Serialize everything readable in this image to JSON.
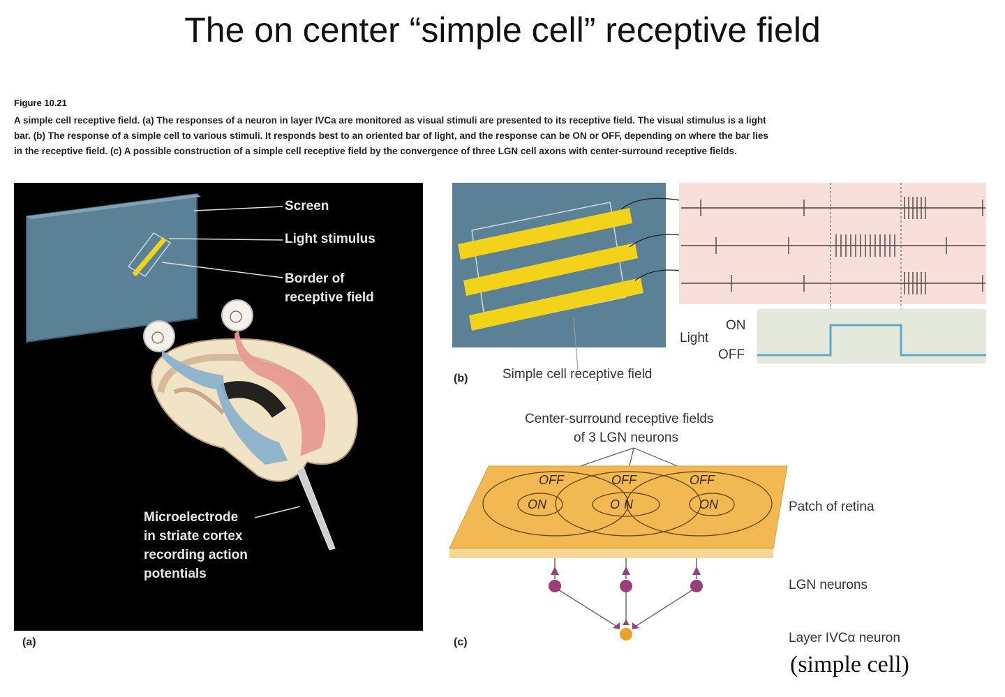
{
  "title": "The on center “simple cell” receptive field",
  "figure": {
    "number": "Figure 10.21",
    "caption": "A simple cell receptive field. (a) The responses of a neuron in layer IVCa are monitored as visual stimuli are presented to its receptive field. The visual stimulus is a light bar. (b) The response of a simple cell to various stimuli. It responds best to an oriented bar of light, and the response can be ON or OFF, depending on where the bar lies in the receptive field. (c) A possible construction of a simple cell receptive field by the convergence of three LGN cell axons with center-surround receptive fields."
  },
  "panel_a": {
    "tag": "(a)",
    "labels": {
      "screen": "Screen",
      "light_stimulus": "Light stimulus",
      "border_line1": "Border of",
      "border_line2": "receptive field",
      "electrode_line1": "Microelectrode",
      "electrode_line2": "in striate cortex",
      "electrode_line3": "recording action",
      "electrode_line4": "potentials"
    }
  },
  "panel_b": {
    "tag": "(b)",
    "rf_label": "Simple cell receptive field",
    "light_label": "Light",
    "on_label": "ON",
    "off_label": "OFF"
  },
  "panel_c": {
    "tag": "(c)",
    "center_surround_line1": "Center-surround receptive fields",
    "center_surround_line2": "of 3 LGN neurons",
    "off_label": "OFF",
    "on_label": "ON",
    "patch_label": "Patch of retina",
    "lgn_label": "LGN neurons",
    "layer_label": "Layer IVCα neuron",
    "simple_cell_label": "(simple cell)"
  },
  "colors": {
    "screen_blue": "#5b8196",
    "bar_yellow": "#f2d31a",
    "trace_bg": "#f8dfd9",
    "light_bg": "#e5e9dc",
    "light_trace": "#5aa9cc",
    "retina": "#f2b851",
    "neuron": "#9b3f78",
    "simple_cell": "#e9a12a"
  }
}
